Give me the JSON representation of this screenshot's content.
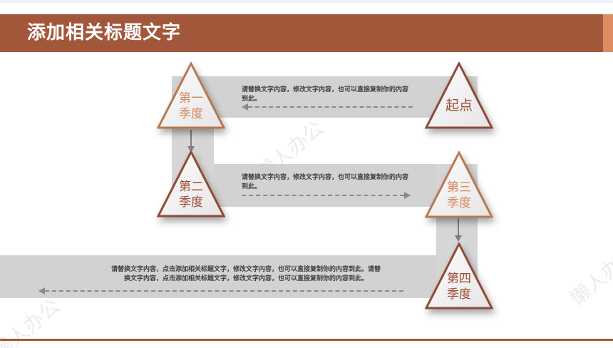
{
  "header": {
    "title": "添加相关标题文字",
    "banner_color": "#a3573a",
    "accent_color": "#dd8c62"
  },
  "steps": [
    {
      "id": "start",
      "label_line1": "起点",
      "label_line2": "",
      "text_color": "#9b4a32"
    },
    {
      "id": "q1",
      "label_line1": "第一",
      "label_line2": "季度",
      "text_color": "#d2895f"
    },
    {
      "id": "q2",
      "label_line1": "第二",
      "label_line2": "季度",
      "text_color": "#9b4a32"
    },
    {
      "id": "q3",
      "label_line1": "第三",
      "label_line2": "季度",
      "text_color": "#d2895f"
    },
    {
      "id": "q4",
      "label_line1": "第四",
      "label_line2": "季度",
      "text_color": "#9b4a32"
    }
  ],
  "descriptions": {
    "row1": "请替换文字内容，修改文字内容，也可以直接复制你的内容到此。",
    "row2": "请替换文字内容，修改文字内容，也可以直接复制你的内容到此。",
    "row3_line1": "请替换文字内容，点击添加相关标题文字，修改文字内容，也可以直接复制你的内容到此。请替",
    "row3_line2": "换文字内容，点击添加相关标题文字，修改文字内容，也可以直接复制你的内容到此。"
  },
  "icons": {
    "row1_arrow": "dashed-arrow-left",
    "row2_arrow": "dashed-arrow-right",
    "row3_arrow": "dashed-arrow-left",
    "left_connector": "arrow-down",
    "right_connector": "arrow-down"
  },
  "watermark": {
    "text": "懒人办公"
  },
  "colors": {
    "bar_gray": "#d3d2d2",
    "arrow_gray": "#8a8a8a",
    "triangle_border": "#a86a48",
    "bottom_line": "#a3573a"
  }
}
